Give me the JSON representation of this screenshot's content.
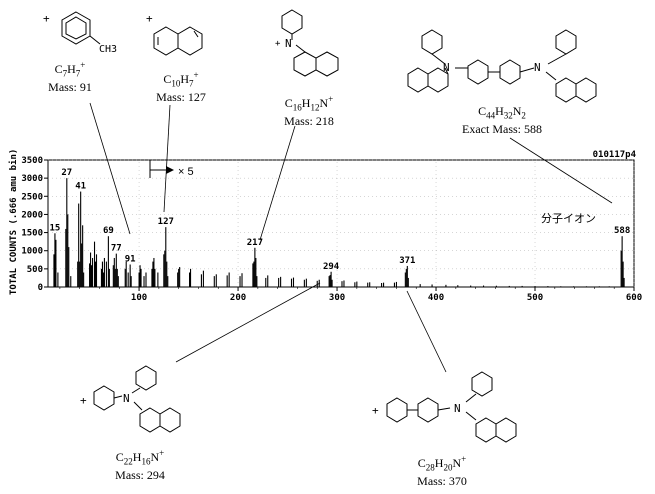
{
  "chart_data": {
    "type": "bar",
    "title": "",
    "run_id": "010117p4",
    "ylabel": "TOTAL COUNTS (.666 amu bin)",
    "xlabel": "",
    "xlim": [
      8,
      600
    ],
    "ylim": [
      0,
      3500
    ],
    "xticks": [
      100,
      200,
      300,
      400,
      500,
      600
    ],
    "yticks": [
      0,
      500,
      1000,
      1500,
      2000,
      2500,
      3000,
      3500
    ],
    "zoom_marker": "× 5",
    "zoom_start_x": 126,
    "molecular_ion_label": "分子イオン",
    "peak_labels": [
      {
        "x": 15,
        "y": 1480,
        "label": "15"
      },
      {
        "x": 27,
        "y": 3000,
        "label": "27"
      },
      {
        "x": 41,
        "y": 2630,
        "label": "41"
      },
      {
        "x": 69,
        "y": 1400,
        "label": "69"
      },
      {
        "x": 77,
        "y": 920,
        "label": "77"
      },
      {
        "x": 91,
        "y": 620,
        "label": "91"
      },
      {
        "x": 127,
        "y": 1650,
        "label": "127"
      },
      {
        "x": 217,
        "y": 1080,
        "label": "217"
      },
      {
        "x": 294,
        "y": 420,
        "label": "294"
      },
      {
        "x": 371,
        "y": 580,
        "label": "371"
      },
      {
        "x": 588,
        "y": 1400,
        "label": "588"
      }
    ],
    "peaks": [
      [
        14,
        900
      ],
      [
        15,
        1480
      ],
      [
        16,
        1300
      ],
      [
        18,
        400
      ],
      [
        26,
        1600
      ],
      [
        27,
        3000
      ],
      [
        28,
        2000
      ],
      [
        29,
        1100
      ],
      [
        31,
        300
      ],
      [
        38,
        700
      ],
      [
        39,
        2300
      ],
      [
        40,
        700
      ],
      [
        41,
        2630
      ],
      [
        42,
        1200
      ],
      [
        43,
        1700
      ],
      [
        44,
        400
      ],
      [
        50,
        650
      ],
      [
        51,
        950
      ],
      [
        52,
        600
      ],
      [
        53,
        800
      ],
      [
        55,
        1250
      ],
      [
        56,
        700
      ],
      [
        57,
        900
      ],
      [
        62,
        500
      ],
      [
        63,
        700
      ],
      [
        64,
        400
      ],
      [
        65,
        800
      ],
      [
        67,
        700
      ],
      [
        69,
        1400
      ],
      [
        70,
        500
      ],
      [
        74,
        600
      ],
      [
        75,
        800
      ],
      [
        76,
        500
      ],
      [
        77,
        920
      ],
      [
        78,
        500
      ],
      [
        79,
        300
      ],
      [
        86,
        500
      ],
      [
        87,
        700
      ],
      [
        89,
        400
      ],
      [
        91,
        620
      ],
      [
        92,
        300
      ],
      [
        100,
        400
      ],
      [
        101,
        600
      ],
      [
        102,
        500
      ],
      [
        105,
        300
      ],
      [
        107,
        400
      ],
      [
        113,
        500
      ],
      [
        114,
        700
      ],
      [
        115,
        800
      ],
      [
        116,
        500
      ],
      [
        119,
        400
      ],
      [
        125,
        900
      ],
      [
        126,
        1000
      ],
      [
        127,
        1650
      ],
      [
        128,
        700
      ],
      [
        129,
        300
      ],
      [
        139,
        400
      ],
      [
        140,
        500
      ],
      [
        141,
        550
      ],
      [
        151,
        400
      ],
      [
        152,
        500
      ],
      [
        163,
        350
      ],
      [
        165,
        450
      ],
      [
        176,
        300
      ],
      [
        178,
        350
      ],
      [
        189,
        320
      ],
      [
        191,
        400
      ],
      [
        202,
        300
      ],
      [
        204,
        380
      ],
      [
        215,
        650
      ],
      [
        216,
        700
      ],
      [
        217,
        1080
      ],
      [
        218,
        800
      ],
      [
        219,
        300
      ],
      [
        228,
        250
      ],
      [
        230,
        320
      ],
      [
        241,
        250
      ],
      [
        243,
        280
      ],
      [
        254,
        230
      ],
      [
        256,
        260
      ],
      [
        267,
        200
      ],
      [
        269,
        230
      ],
      [
        280,
        170
      ],
      [
        282,
        200
      ],
      [
        292,
        300
      ],
      [
        293,
        330
      ],
      [
        294,
        420
      ],
      [
        295,
        200
      ],
      [
        305,
        160
      ],
      [
        307,
        180
      ],
      [
        318,
        130
      ],
      [
        320,
        150
      ],
      [
        331,
        120
      ],
      [
        333,
        130
      ],
      [
        345,
        110
      ],
      [
        347,
        120
      ],
      [
        358,
        120
      ],
      [
        360,
        140
      ],
      [
        369,
        400
      ],
      [
        370,
        500
      ],
      [
        371,
        580
      ],
      [
        372,
        250
      ],
      [
        384,
        80
      ],
      [
        396,
        70
      ],
      [
        410,
        60
      ],
      [
        422,
        50
      ],
      [
        435,
        40
      ],
      [
        448,
        40
      ],
      [
        461,
        35
      ],
      [
        474,
        30
      ],
      [
        487,
        30
      ],
      [
        500,
        25
      ],
      [
        513,
        25
      ],
      [
        526,
        20
      ],
      [
        539,
        20
      ],
      [
        552,
        20
      ],
      [
        565,
        20
      ],
      [
        575,
        20
      ],
      [
        587,
        1000
      ],
      [
        588,
        1400
      ],
      [
        589,
        700
      ],
      [
        590,
        250
      ]
    ]
  },
  "annotations": {
    "top": [
      {
        "formula": "C7H7+",
        "mass": "Mass: 91"
      },
      {
        "formula": "C10H7+",
        "mass": "Mass: 127"
      },
      {
        "formula": "C16H12N+",
        "mass": "Mass: 218"
      },
      {
        "formula": "C44H32N2",
        "mass": "Exact Mass: 588"
      }
    ],
    "bottom": [
      {
        "formula": "C22H16N+",
        "mass": "Mass: 294"
      },
      {
        "formula": "C28H20N+",
        "mass": "Mass: 370"
      }
    ]
  },
  "structure_labels": {
    "ch3": "CH3",
    "plus": "+",
    "n": "N"
  }
}
